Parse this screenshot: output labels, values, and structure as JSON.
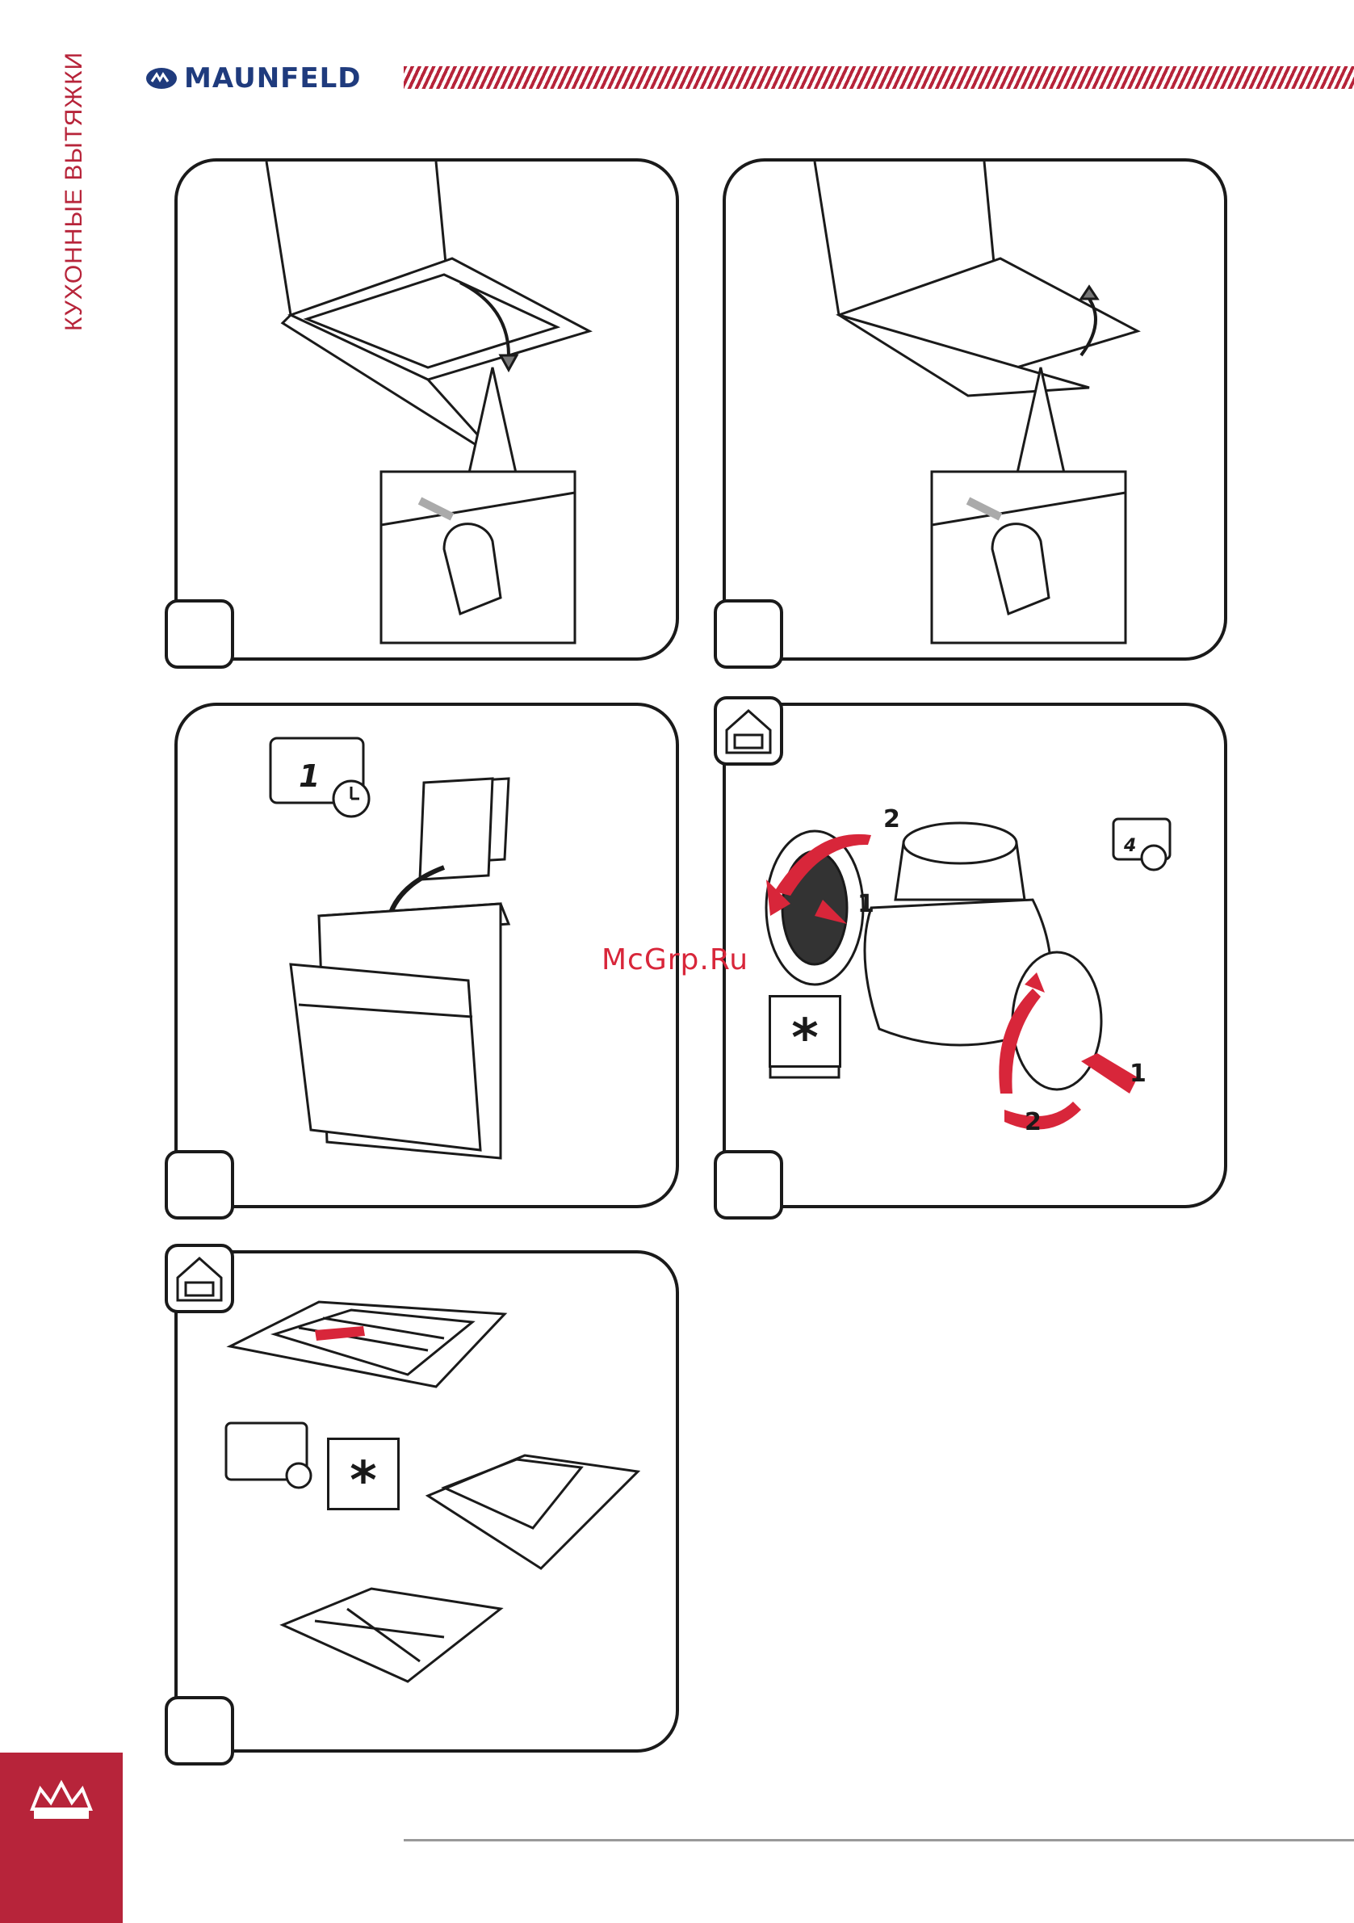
{
  "header": {
    "brand_name": "MAUNFELD",
    "section_title": "КУХОННЫЕ ВЫТЯЖКИ"
  },
  "panels": {
    "step_5": {
      "step_number": ""
    },
    "step_6": {
      "step_number": ""
    },
    "step_7": {
      "step_number": "",
      "calendar_months": "1"
    },
    "step_8": {
      "step_number": "",
      "calendar_months": "4",
      "note_mark": "*",
      "arrow_labels": [
        "2",
        "1",
        "1",
        "2"
      ]
    },
    "step_9": {
      "step_number": "",
      "note_mark": "*"
    }
  },
  "watermark": "McGrp.Ru",
  "colors": {
    "brand_blue": "#1f3b7d",
    "accent_red": "#b7243a",
    "arrow_red": "#d8263a"
  }
}
